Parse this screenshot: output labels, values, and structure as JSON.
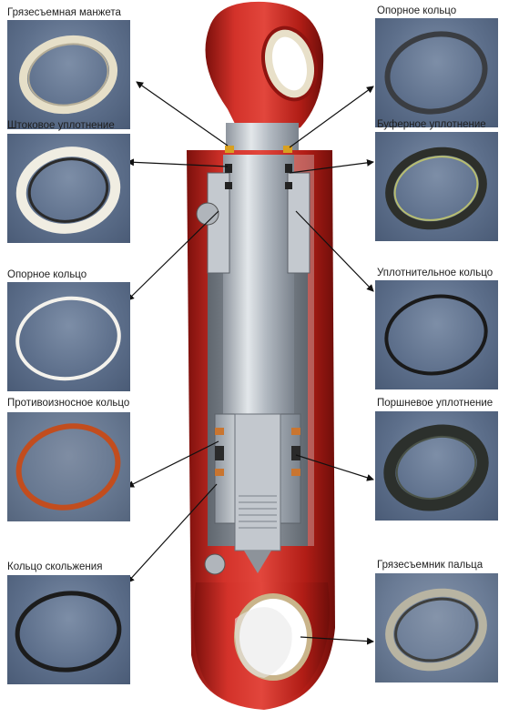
{
  "labels": {
    "wiper_seal": "Грязесъемная манжета",
    "rod_seal": "Штоковое уплотнение",
    "backup_ring_left": "Опорное кольцо",
    "anti_extrusion_ring": "Противоизносное кольцо",
    "slide_ring": "Кольцо скольжения",
    "backup_ring_right": "Опорное кольцо",
    "buffer_seal": "Буферное уплотнение",
    "o_ring": "Уплотнительное кольцо",
    "piston_seal": "Поршневое уплотнение",
    "pin_wiper": "Грязесъемник пальца"
  },
  "colors": {
    "cylinder_red": "#c8231b",
    "cylinder_dark_red": "#8e1410",
    "rod_steel": "#b9c0c8",
    "photo_background": "#5d6f8b"
  }
}
